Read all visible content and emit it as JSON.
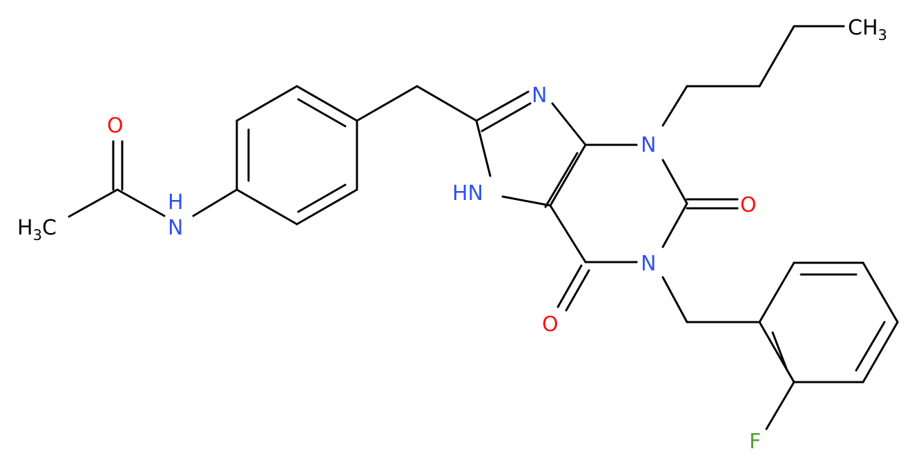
{
  "colors": {
    "carbon": "#000000",
    "nitrogen": "#3050F8",
    "oxygen": "#FF0D0D",
    "fluorine": "#50A030",
    "background": "#FFFFFF"
  },
  "atoms": {
    "acetyl_ch3": {
      "main": "H",
      "sub": "3",
      "tail": "C"
    },
    "amide_o": {
      "main": "O"
    },
    "amide_nh": {
      "main": "N",
      "tail": "H",
      "prefix": "H"
    },
    "imidazole_nh": {
      "main": "HN"
    },
    "imidazole_n": {
      "main": "N"
    },
    "n3": {
      "main": "N"
    },
    "n1": {
      "main": "N"
    },
    "c2_o": {
      "main": "O"
    },
    "c6_o": {
      "main": "O"
    },
    "butyl_ch3": {
      "main": "CH",
      "sub": "3"
    },
    "fluorine": {
      "main": "F"
    }
  }
}
